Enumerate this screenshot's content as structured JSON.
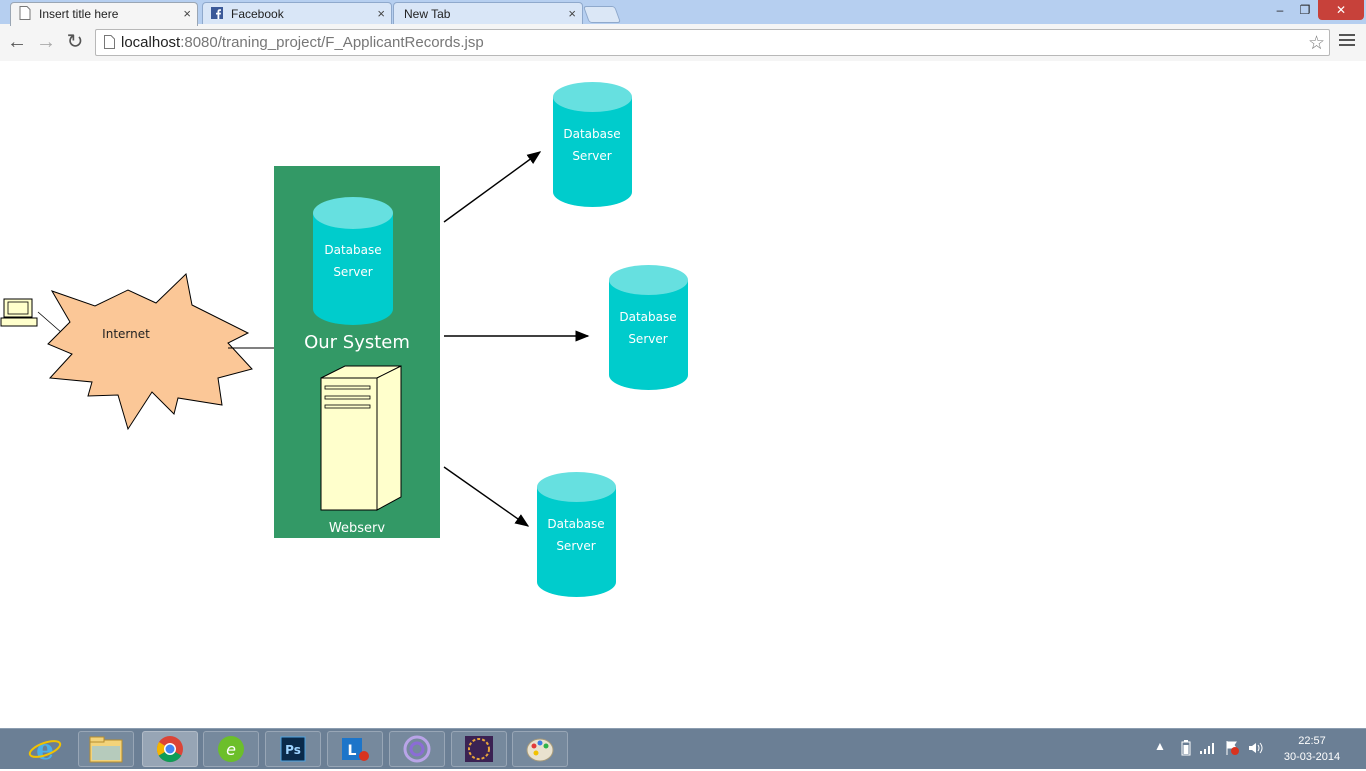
{
  "browser": {
    "tabs": [
      {
        "title": "Insert title here",
        "close": "×"
      },
      {
        "title": "Facebook",
        "close": "×"
      },
      {
        "title": "New Tab",
        "close": "×"
      }
    ],
    "window_controls": {
      "minimize": "–",
      "restore": "❐",
      "close": "✕"
    },
    "toolbar": {
      "back": "←",
      "forward": "→",
      "reload": "↻"
    },
    "address": {
      "host": "localhost",
      "rest": ":8080/traning_project/F_ApplicantRecords.jsp"
    },
    "bookmark_star": "☆"
  },
  "diagram": {
    "internet_label": "Internet",
    "system_label": "Our System",
    "webserver_label": "Webserv",
    "inner_db": {
      "line1": "Database",
      "line2": "Server"
    },
    "remote_dbs": [
      {
        "line1": "Database",
        "line2": "Server"
      },
      {
        "line1": "Database",
        "line2": "Server"
      },
      {
        "line1": "Database",
        "line2": "Server"
      }
    ],
    "colors": {
      "system_box": "#339966",
      "cylinder_body": "#00cccc",
      "cylinder_top": "#66e0e0",
      "starburst": "#fbc797",
      "server_tower": "#ffffcc"
    }
  },
  "taskbar": {
    "apps": [
      "internet-explorer",
      "file-explorer",
      "chrome",
      "dreamweaver",
      "photoshop",
      "lync",
      "eclipse-like",
      "java-ee-ide",
      "paint"
    ],
    "clock": {
      "time": "22:57",
      "date": "30-03-2014"
    }
  }
}
